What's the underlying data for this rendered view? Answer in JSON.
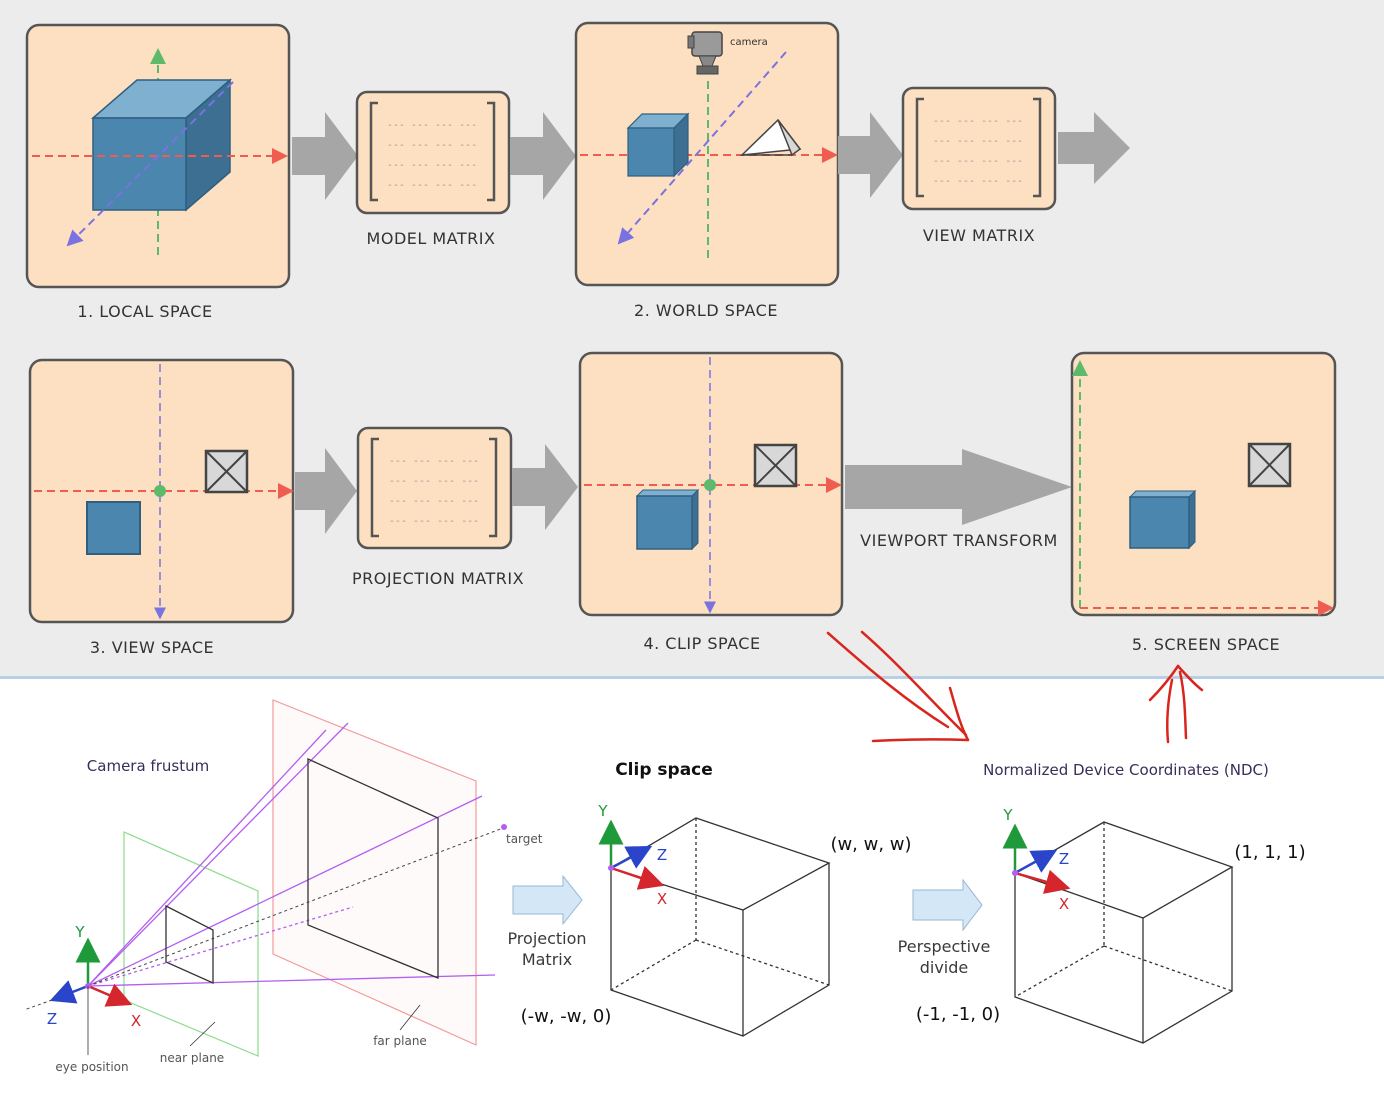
{
  "pipeline": {
    "local_space": "1. LOCAL SPACE",
    "model_matrix": "MODEL MATRIX",
    "world_space": "2. WORLD SPACE",
    "camera": "camera",
    "view_matrix": "VIEW MATRIX",
    "view_space": "3. VIEW SPACE",
    "projection_matrix": "PROJECTION MATRIX",
    "clip_space": "4. CLIP SPACE",
    "viewport_transform": "VIEWPORT TRANSFORM",
    "screen_space": "5. SCREEN SPACE",
    "matrix_placeholder": "---"
  },
  "frustum": {
    "title": "Camera frustum",
    "target": "target",
    "eye_position": "eye position",
    "near_plane": "near plane",
    "far_plane": "far plane",
    "y": "Y",
    "z": "Z",
    "x": "X"
  },
  "clip": {
    "title": "Clip space",
    "arrow_line1": "Projection",
    "arrow_line2": "Matrix",
    "corner_max": "(w, w, w)",
    "corner_min": "(-w, -w, 0)",
    "y": "Y",
    "z": "Z",
    "x": "X"
  },
  "ndc": {
    "title": "Normalized Device Coordinates (NDC)",
    "arrow_line1": "Perspective",
    "arrow_line2": "divide",
    "corner_max": "(1, 1, 1)",
    "corner_min": "(-1, -1, 0)",
    "y": "Y",
    "z": "Z",
    "x": "X"
  },
  "colors": {
    "panel_fill": "#fde0c1",
    "panel_stroke": "#555555",
    "cube_blue": "#4a86ae",
    "arrow_gray": "#a6a6a6",
    "red_axis": "#ee5d4f",
    "green_axis": "#5cba6a",
    "blue_axis": "#7a72e0",
    "annotation_red": "#d9261c"
  }
}
